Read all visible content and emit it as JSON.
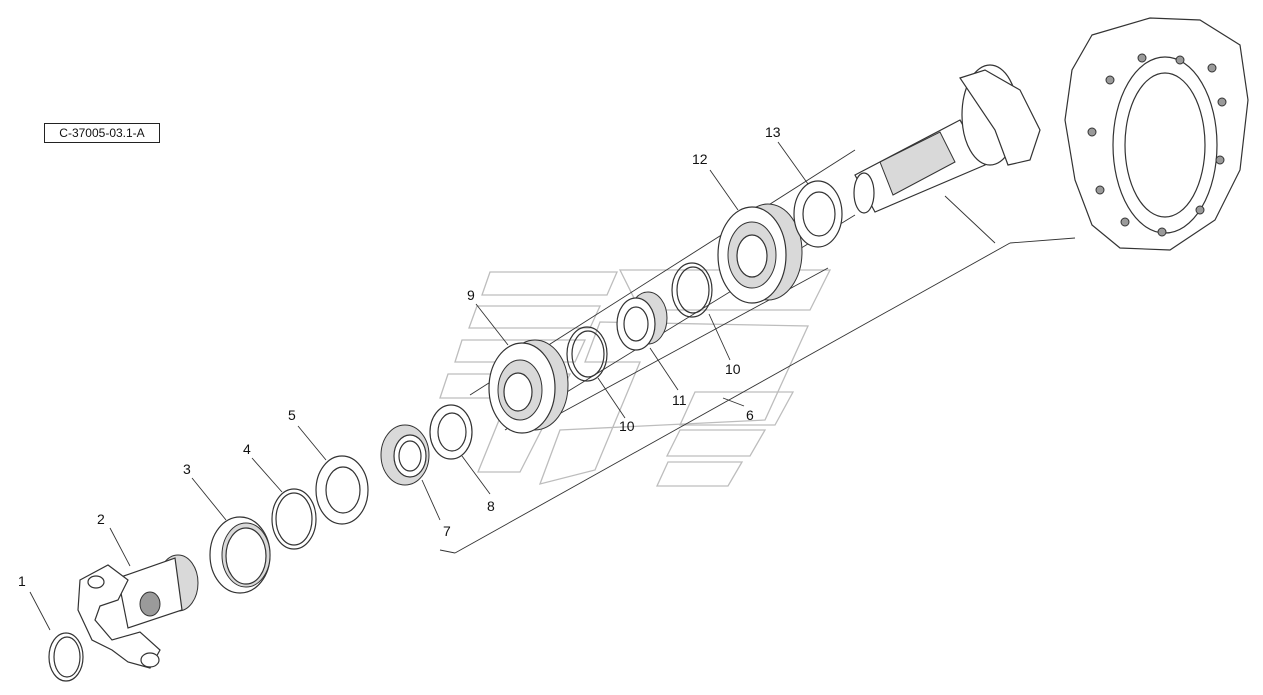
{
  "drawing": {
    "reference_code": "C-37005-03.1-A"
  },
  "callouts": [
    "1",
    "2",
    "3",
    "4",
    "5",
    "6",
    "7",
    "8",
    "9",
    "10",
    "10",
    "11",
    "12",
    "13"
  ]
}
